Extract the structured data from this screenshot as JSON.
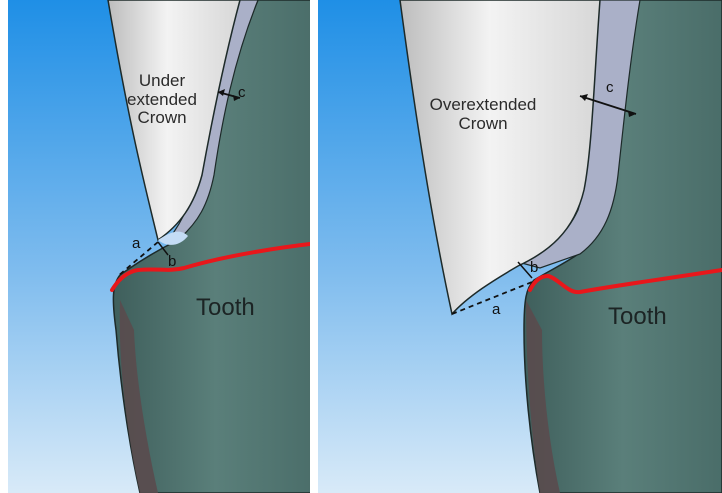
{
  "left_panel": {
    "crown_label_line1": "Under",
    "crown_label_line2": "extended",
    "crown_label_line3": "Crown",
    "tooth_label": "Tooth",
    "label_a": "a",
    "label_b": "b",
    "label_c": "c"
  },
  "right_panel": {
    "crown_label_line1": "Overextended",
    "crown_label_line2": "Crown",
    "tooth_label": "Tooth",
    "label_a": "a",
    "label_b": "b",
    "label_c": "c"
  },
  "colors": {
    "sky_top": "#1f8fe6",
    "sky_bottom": "#cfe6f8",
    "crown_light": "#f2f2f2",
    "crown_dark": "#bdbdbd",
    "cement_layer": "#aab0c8",
    "tooth": "#4f7470",
    "root_shadow": "#5a4b4e",
    "margin_line": "#e8171b"
  }
}
